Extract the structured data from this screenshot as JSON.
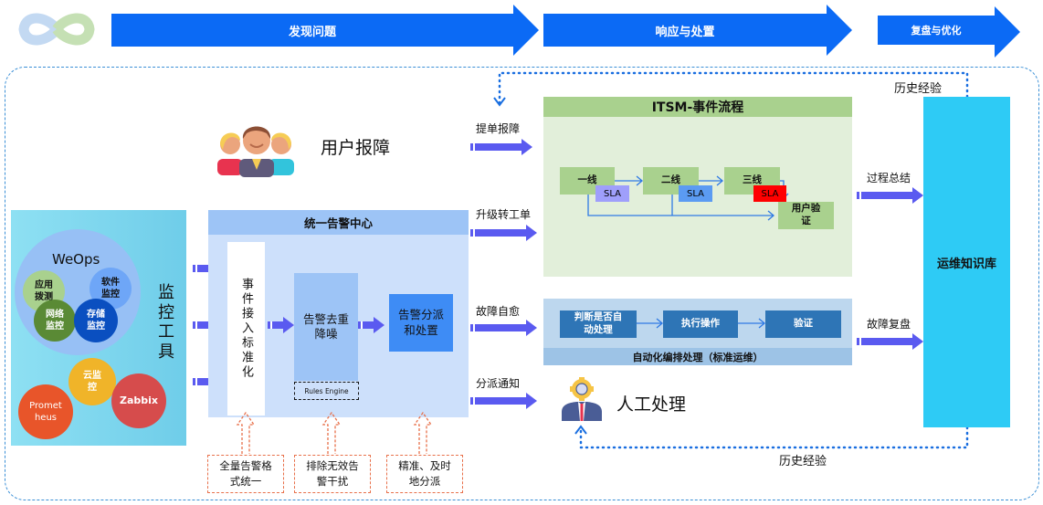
{
  "phases": [
    {
      "label": "发现问题"
    },
    {
      "label": "响应与处置"
    },
    {
      "label": "复盘与优化"
    }
  ],
  "logo": {
    "icon": "infinity-loop-icon"
  },
  "user_report": {
    "label": "用户报障",
    "icon": "users-group-icon"
  },
  "monitoring": {
    "title": "监控工具",
    "weops": {
      "label": "WeOps",
      "items": [
        "应用\n拨测",
        "软件\n监控",
        "网络\n监控",
        "存储\n监控"
      ]
    },
    "others": [
      "云监\n控",
      "Prometheus",
      "Zabbix"
    ],
    "others_display": [
      "云监\n控",
      "Promet\nheus",
      "Zabbix"
    ]
  },
  "alert_center": {
    "title": "统一告警中心",
    "ingest": "事件接入标准化",
    "dedup": "告警去重\n降噪",
    "rules_engine": "Rules Engine",
    "dispatch": "告警分派\n和处置"
  },
  "notes": [
    {
      "label": "全量告警格\n式统一"
    },
    {
      "label": "排除无效告\n警干扰"
    },
    {
      "label": "精准、及时\n地分派"
    }
  ],
  "routes": {
    "ticket": "提单报障",
    "escalate": "升级转工单",
    "self_heal": "故障自愈",
    "notify": "分派通知",
    "summary": "过程总结",
    "review": "故障复盘",
    "history_top": "历史经验",
    "history_bottom": "历史经验"
  },
  "itsm": {
    "title": "ITSM-事件流程",
    "tiers": [
      "一线",
      "二线",
      "三线"
    ],
    "sla_label": "SLA",
    "sla_colors": [
      "#9f9ffb",
      "#5b9bf2",
      "#ff0000"
    ],
    "verify": "用户验\n证"
  },
  "automation": {
    "steps": [
      "判断是否自\n动处理",
      "执行操作",
      "验证"
    ],
    "footer": "自动化编排处理（标准运维）"
  },
  "manual": {
    "label": "人工处理",
    "icon": "engineer-gear-icon"
  },
  "knowledge_base": {
    "label": "运维知识库"
  }
}
